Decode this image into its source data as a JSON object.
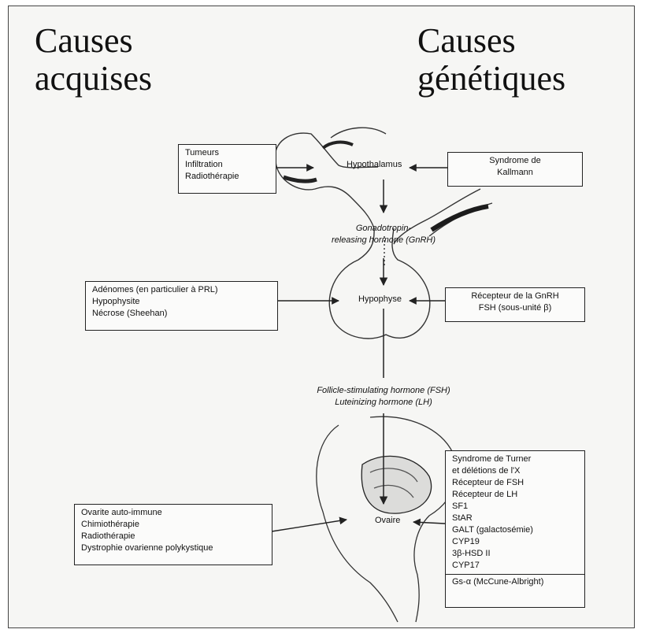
{
  "headings": {
    "acquired": "Causes\nacquises",
    "genetic": "Causes\ngénétiques"
  },
  "organs": {
    "hypothalamus": "Hypothalamus",
    "pituitary": "Hypophyse",
    "ovary": "Ovaire"
  },
  "hormones": {
    "gnrh": [
      "Gonadotropin-",
      "releasing hormone (GnRH)"
    ],
    "fsh_lh": [
      "Follicle-stimulating hormone (FSH)",
      "Luteinizing hormone (LH)"
    ]
  },
  "acquired_causes": {
    "hypothalamus": [
      "Tumeurs",
      "Infiltration",
      "Radiothérapie"
    ],
    "pituitary": [
      "Adénomes (en particulier à PRL)",
      "Hypophysite",
      "Nécrose (Sheehan)"
    ],
    "ovary": [
      "Ovarite auto-immune",
      "Chimiothérapie",
      "Radiothérapie",
      "Dystrophie ovarienne polykystique"
    ]
  },
  "genetic_causes": {
    "hypothalamus": [
      "Syndrome de",
      "Kallmann"
    ],
    "pituitary": [
      "Récepteur de la GnRH",
      "FSH (sous-unité β)"
    ],
    "ovary": [
      "Syndrome de Turner",
      "et délétions de l'X",
      "Récepteur de FSH",
      "Récepteur de LH",
      "SF1",
      "StAR",
      "GALT (galactosémie)",
      "CYP19",
      "3β-HSD II",
      "CYP17"
    ],
    "ovary_extra": "Gs-α (McCune-Albright)"
  }
}
